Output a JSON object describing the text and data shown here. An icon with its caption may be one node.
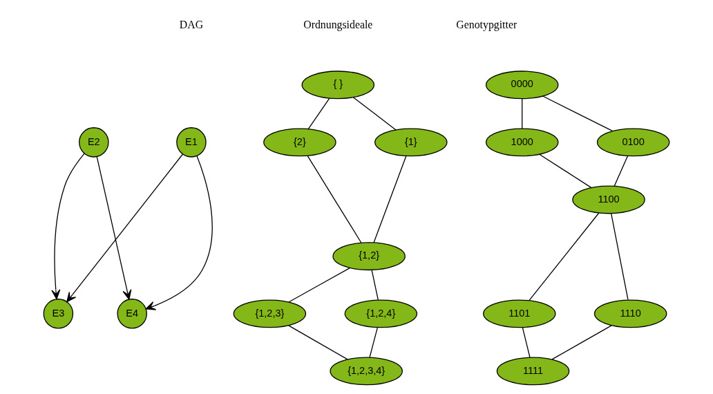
{
  "diagram": {
    "nodes": [
      {
        "text": [
          "E1"
        ]
      },
      {
        "text": [
          "E2"
        ]
      },
      {
        "text": [
          "E3"
        ]
      },
      {
        "text": [
          "E4"
        ]
      },
      {
        "text": [
          "{ }"
        ]
      },
      {
        "text": [
          "{1}"
        ]
      },
      {
        "text": [
          "{2}"
        ]
      },
      {
        "text": [
          "{1,2}"
        ]
      },
      {
        "text": [
          "{1,2,3}"
        ]
      },
      {
        "text": [
          "{1,2,4}"
        ]
      },
      {
        "text": [
          "{1,2,3,4}"
        ]
      },
      {
        "text": [
          "0000"
        ]
      },
      {
        "text": [
          "1000"
        ]
      },
      {
        "text": [
          "0100"
        ]
      },
      {
        "text": [
          "1100"
        ]
      },
      {
        "text": [
          "1110"
        ]
      },
      {
        "text": [
          "1101"
        ]
      },
      {
        "text": [
          "1111"
        ]
      }
    ],
    "edges": [
      {
        "from": 0,
        "to": 2,
        "arrow": "to"
      },
      {
        "from": 0,
        "to": 3,
        "arrow": "to"
      },
      {
        "from": 1,
        "to": 2,
        "arrow": "to"
      },
      {
        "from": 1,
        "to": 3,
        "arrow": "to"
      },
      {
        "from": 4,
        "to": 5,
        "arrow": "none"
      },
      {
        "from": 4,
        "to": 6,
        "arrow": "none"
      },
      {
        "from": 5,
        "to": 7,
        "arrow": "none"
      },
      {
        "from": 6,
        "to": 7,
        "arrow": "none"
      },
      {
        "from": 7,
        "to": 8,
        "arrow": "none"
      },
      {
        "from": 7,
        "to": 9,
        "arrow": "none"
      },
      {
        "from": 8,
        "to": 10,
        "arrow": "none"
      },
      {
        "from": 9,
        "to": 10,
        "arrow": "none"
      },
      {
        "from": 11,
        "to": 12,
        "arrow": "none"
      },
      {
        "from": 11,
        "to": 13,
        "arrow": "none"
      },
      {
        "from": 12,
        "to": 14,
        "arrow": "none"
      },
      {
        "from": 13,
        "to": 14,
        "arrow": "none"
      },
      {
        "from": 14,
        "to": 15,
        "arrow": "none"
      },
      {
        "from": 14,
        "to": 16,
        "arrow": "none"
      },
      {
        "from": 15,
        "to": 17,
        "arrow": "none"
      },
      {
        "from": 16,
        "to": 17,
        "arrow": "none"
      }
    ],
    "labels": [
      "DAG",
      "Ordnungsideale",
      "Genotypgitter"
    ]
  }
}
